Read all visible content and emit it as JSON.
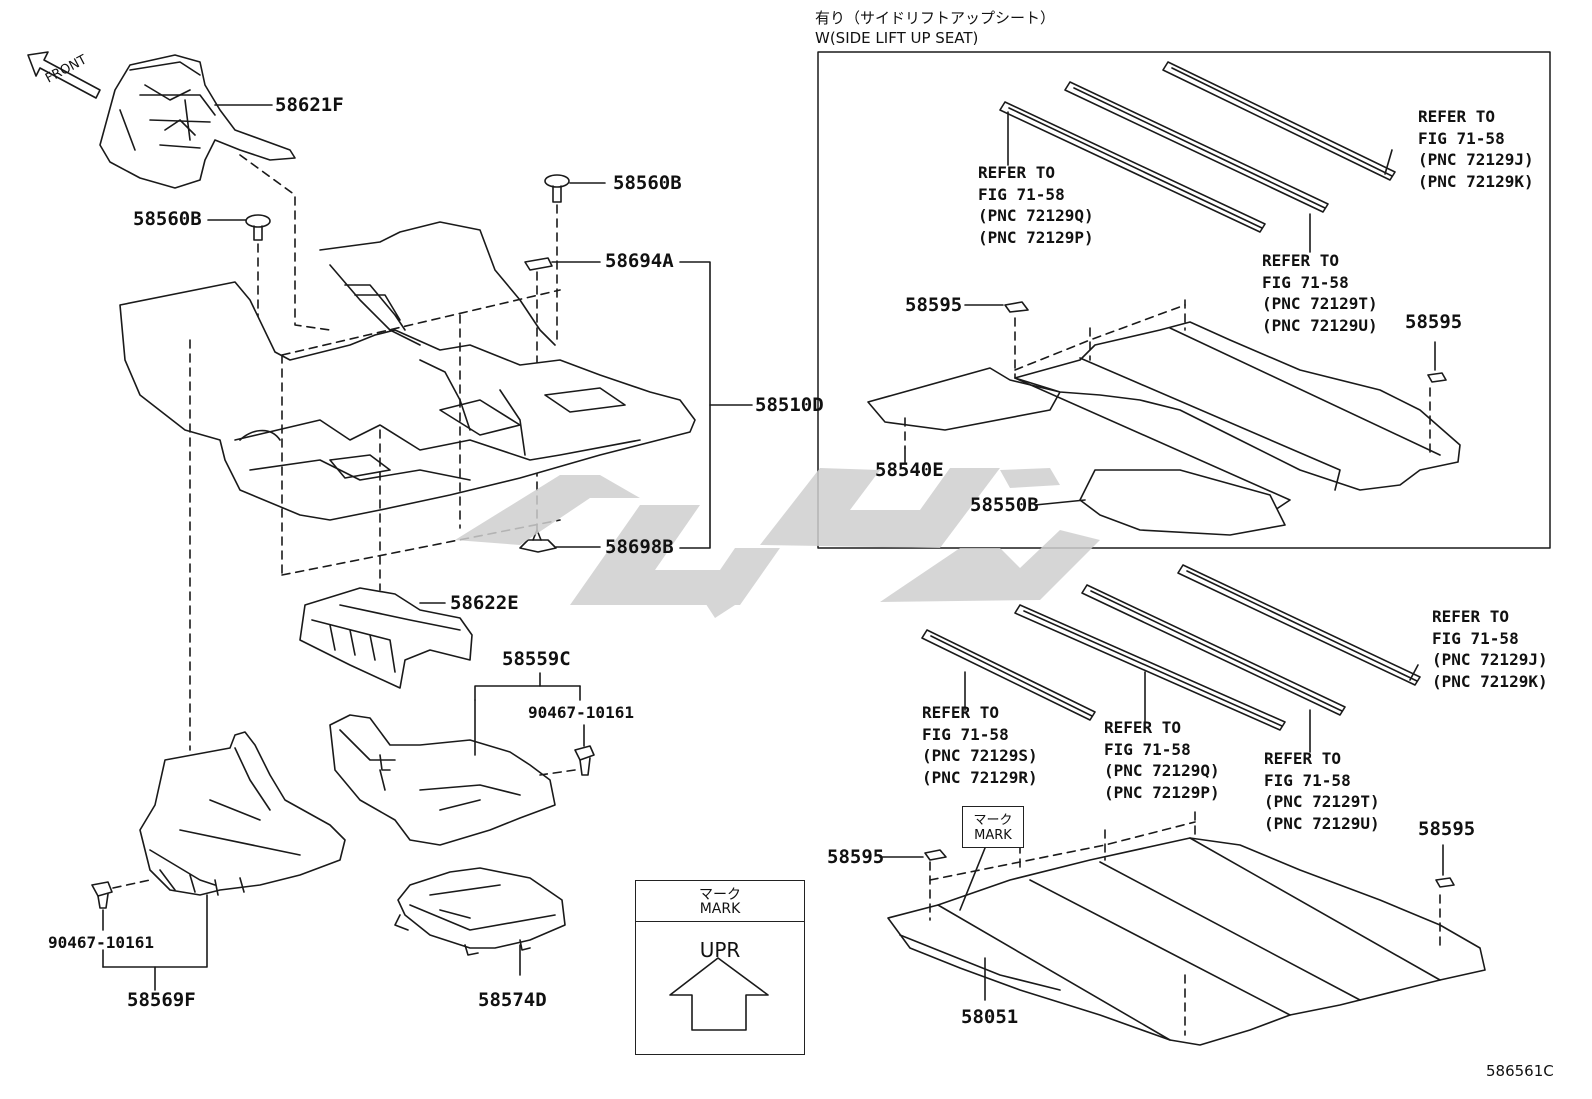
{
  "front_label": "FRONT",
  "header": {
    "line1": "有り（サイドリフトアップシート）",
    "line2": "W(SIDE LIFT UP SEAT)"
  },
  "parts": {
    "p58621F": "58621F",
    "p58560B_right": "58560B",
    "p58560B_left": "58560B",
    "p58694A": "58694A",
    "p58510D": "58510D",
    "p58698B": "58698B",
    "p58622E": "58622E",
    "p58559C": "58559C",
    "p90467_right": "90467-10161",
    "p90467_left": "90467-10161",
    "p58569F": "58569F",
    "p58574D": "58574D",
    "p58595_top_left": "58595",
    "p58595_top_right": "58595",
    "p58540E": "58540E",
    "p58550B": "58550B",
    "p58595_bot_left": "58595",
    "p58595_bot_right": "58595",
    "p58051": "58051"
  },
  "refs": {
    "top_q": [
      "REFER TO",
      "FIG 71-58",
      "(PNC 72129Q)",
      "(PNC 72129P)"
    ],
    "top_j": [
      "REFER TO",
      "FIG 71-58",
      "(PNC 72129J)",
      "(PNC 72129K)"
    ],
    "top_t": [
      "REFER TO",
      "FIG 71-58",
      "(PNC 72129T)",
      "(PNC 72129U)"
    ],
    "bot_j": [
      "REFER TO",
      "FIG 71-58",
      "(PNC 72129J)",
      "(PNC 72129K)"
    ],
    "bot_s": [
      "REFER TO",
      "FIG 71-58",
      "(PNC 72129S)",
      "(PNC 72129R)"
    ],
    "bot_q": [
      "REFER TO",
      "FIG 71-58",
      "(PNC 72129Q)",
      "(PNC 72129P)"
    ],
    "bot_t": [
      "REFER TO",
      "FIG 71-58",
      "(PNC 72129T)",
      "(PNC 72129U)"
    ]
  },
  "mark_small": {
    "jp": "マーク",
    "en": "MARK"
  },
  "mark_legend": {
    "jp": "マーク",
    "en": "MARK",
    "arrow_text": "UPR"
  },
  "figure_code": "586561C"
}
